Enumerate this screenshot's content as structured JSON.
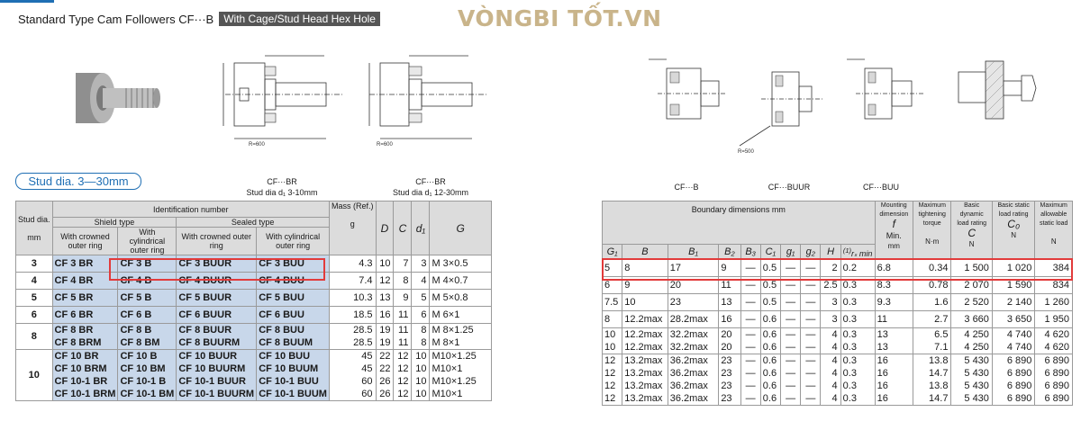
{
  "header": {
    "title": "Standard Type Cam Followers CF···B",
    "tag": "With Cage/Stud Head Hex Hole",
    "watermark": "VÒNGBI TỐT.VN"
  },
  "captions": {
    "br": "CF···BR",
    "br_sub": "Stud dia d₁ 3-10mm",
    "br2": "CF···BR",
    "br2_sub": "Stud dia d₁ 12-30mm",
    "b": "CF···B",
    "buur": "CF···BUUR",
    "buu": "CF···BUU",
    "r600a": "R=600",
    "r600b": "R=600",
    "r500": "R=500"
  },
  "stud_badge": "Stud dia. 3—30mm",
  "left_table": {
    "h_stud": "Stud dia.",
    "h_stud_unit": "mm",
    "h_ident": "Identification number",
    "h_shield": "Shield type",
    "h_sealed": "Sealed type",
    "h_crowned": "With crowned outer ring",
    "h_cyl": "With cylindrical outer ring",
    "h_crowned2": "With crowned outer ring",
    "h_cyl2": "With cylindrical outer ring",
    "h_mass": "Mass (Ref.)",
    "h_mass_unit": "g",
    "h_D": "D",
    "h_C": "C",
    "h_d1": "d₁",
    "h_G": "G"
  },
  "right_table": {
    "h_boundary": "Boundary dimensions mm",
    "h_G1": "G₁",
    "h_B": "B",
    "h_B1": "B₁",
    "h_B2": "B₂",
    "h_B3": "B₃",
    "h_C1": "C₁",
    "h_g1": "g₁",
    "h_g2": "g₂",
    "h_H": "H",
    "h_rs": "rₛ min",
    "h_rs_note": "(1)",
    "h_f_title": "Mounting dimension",
    "h_f": "f",
    "h_f_min": "Min.",
    "h_f_unit": "mm",
    "h_torque": "Maximum tightening torque",
    "h_torque_unit": "N·m",
    "h_C_title": "Basic dynamic load rating",
    "h_C": "C",
    "h_C_unit": "N",
    "h_C0_title": "Basic static load rating",
    "h_C0": "C₀",
    "h_C0_unit": "N",
    "h_max_title": "Maximum allowable static load",
    "h_max_unit": "N"
  },
  "left_rows": [
    {
      "stud": "3",
      "br": "CF 3 BR",
      "b": "CF 3 B",
      "buur": "CF 3 BUUR",
      "buu": "CF 3 BUU",
      "mass": "4.3",
      "D": "10",
      "C": "7",
      "d1": "3",
      "G": "M 3×0.5"
    },
    {
      "stud": "4",
      "br": "CF 4 BR",
      "b": "CF 4 B",
      "buur": "CF 4 BUUR",
      "buu": "CF 4 BUU",
      "mass": "7.4",
      "D": "12",
      "C": "8",
      "d1": "4",
      "G": "M 4×0.7"
    },
    {
      "stud": "5",
      "br": "CF 5 BR",
      "b": "CF 5 B",
      "buur": "CF 5 BUUR",
      "buu": "CF 5 BUU",
      "mass": "10.3",
      "D": "13",
      "C": "9",
      "d1": "5",
      "G": "M 5×0.8"
    },
    {
      "stud": "6",
      "br": "CF 6 BR",
      "b": "CF 6 B",
      "buur": "CF 6 BUUR",
      "buu": "CF 6 BUU",
      "mass": "18.5",
      "D": "16",
      "C": "11",
      "d1": "6",
      "G": "M 6×1"
    },
    {
      "stud": "8",
      "br": "CF 8 BR",
      "b": "CF 8 B",
      "buur": "CF 8 BUUR",
      "buu": "CF 8 BUU",
      "mass": "28.5",
      "D": "19",
      "C": "11",
      "d1": "8",
      "G": "M 8×1.25"
    },
    {
      "stud": "",
      "br": "CF 8 BRM",
      "b": "CF 8 BM",
      "buur": "CF 8 BUURM",
      "buu": "CF 8 BUUM",
      "mass": "28.5",
      "D": "19",
      "C": "11",
      "d1": "8",
      "G": "M 8×1"
    },
    {
      "stud": "10",
      "br": "CF 10 BR",
      "b": "CF 10 B",
      "buur": "CF 10 BUUR",
      "buu": "CF 10 BUU",
      "mass": "45",
      "D": "22",
      "C": "12",
      "d1": "10",
      "G": "M10×1.25"
    },
    {
      "stud": "",
      "br": "CF 10 BRM",
      "b": "CF 10 BM",
      "buur": "CF 10 BUURM",
      "buu": "CF 10 BUUM",
      "mass": "45",
      "D": "22",
      "C": "12",
      "d1": "10",
      "G": "M10×1"
    },
    {
      "stud": "",
      "br": "CF 10-1 BR",
      "b": "CF 10-1 B",
      "buur": "CF 10-1 BUUR",
      "buu": "CF 10-1 BUU",
      "mass": "60",
      "D": "26",
      "C": "12",
      "d1": "10",
      "G": "M10×1.25"
    },
    {
      "stud": "",
      "br": "CF 10-1 BRM",
      "b": "CF 10-1 BM",
      "buur": "CF 10-1 BUURM",
      "buu": "CF 10-1 BUUM",
      "mass": "60",
      "D": "26",
      "C": "12",
      "d1": "10",
      "G": "M10×1"
    }
  ],
  "right_rows": [
    {
      "G1": "5",
      "B": "8",
      "B1": "17",
      "B2": "9",
      "B3": "—",
      "C1": "0.5",
      "g1": "—",
      "g2": "—",
      "H": "2",
      "rs": "0.2",
      "f": "6.8",
      "torque": "0.34",
      "C": "1 500",
      "C0": "1 020",
      "max": "384"
    },
    {
      "G1": "6",
      "B": "9",
      "B1": "20",
      "B2": "11",
      "B3": "—",
      "C1": "0.5",
      "g1": "—",
      "g2": "—",
      "H": "2.5",
      "rs": "0.3",
      "f": "8.3",
      "torque": "0.78",
      "C": "2 070",
      "C0": "1 590",
      "max": "834"
    },
    {
      "G1": "7.5",
      "B": "10",
      "B1": "23",
      "B2": "13",
      "B3": "—",
      "C1": "0.5",
      "g1": "—",
      "g2": "—",
      "H": "3",
      "rs": "0.3",
      "f": "9.3",
      "torque": "1.6",
      "C": "2 520",
      "C0": "2 140",
      "max": "1 260"
    },
    {
      "G1": "8",
      "B": "12.2max",
      "B1": "28.2max",
      "B2": "16",
      "B3": "—",
      "C1": "0.6",
      "g1": "—",
      "g2": "—",
      "H": "3",
      "rs": "0.3",
      "f": "11",
      "torque": "2.7",
      "C": "3 660",
      "C0": "3 650",
      "max": "1 950"
    },
    {
      "G1": "10",
      "B": "12.2max",
      "B1": "32.2max",
      "B2": "20",
      "B3": "—",
      "C1": "0.6",
      "g1": "—",
      "g2": "—",
      "H": "4",
      "rs": "0.3",
      "f": "13",
      "torque": "6.5",
      "C": "4 250",
      "C0": "4 740",
      "max": "4 620"
    },
    {
      "G1": "10",
      "B": "12.2max",
      "B1": "32.2max",
      "B2": "20",
      "B3": "—",
      "C1": "0.6",
      "g1": "—",
      "g2": "—",
      "H": "4",
      "rs": "0.3",
      "f": "13",
      "torque": "7.1",
      "C": "4 250",
      "C0": "4 740",
      "max": "4 620"
    },
    {
      "G1": "12",
      "B": "13.2max",
      "B1": "36.2max",
      "B2": "23",
      "B3": "—",
      "C1": "0.6",
      "g1": "—",
      "g2": "—",
      "H": "4",
      "rs": "0.3",
      "f": "16",
      "torque": "13.8",
      "C": "5 430",
      "C0": "6 890",
      "max": "6 890"
    },
    {
      "G1": "12",
      "B": "13.2max",
      "B1": "36.2max",
      "B2": "23",
      "B3": "—",
      "C1": "0.6",
      "g1": "—",
      "g2": "—",
      "H": "4",
      "rs": "0.3",
      "f": "16",
      "torque": "14.7",
      "C": "5 430",
      "C0": "6 890",
      "max": "6 890"
    },
    {
      "G1": "12",
      "B": "13.2max",
      "B1": "36.2max",
      "B2": "23",
      "B3": "—",
      "C1": "0.6",
      "g1": "—",
      "g2": "—",
      "H": "4",
      "rs": "0.3",
      "f": "16",
      "torque": "13.8",
      "C": "5 430",
      "C0": "6 890",
      "max": "6 890"
    },
    {
      "G1": "12",
      "B": "13.2max",
      "B1": "36.2max",
      "B2": "23",
      "B3": "—",
      "C1": "0.6",
      "g1": "—",
      "g2": "—",
      "H": "4",
      "rs": "0.3",
      "f": "16",
      "torque": "14.7",
      "C": "5 430",
      "C0": "6 890",
      "max": "6 890"
    }
  ],
  "colors": {
    "accent": "#1f6fb4",
    "highlight": "#e23b3b",
    "ident_fill": "#c8d7ea",
    "header_fill": "#dcdcdc"
  }
}
